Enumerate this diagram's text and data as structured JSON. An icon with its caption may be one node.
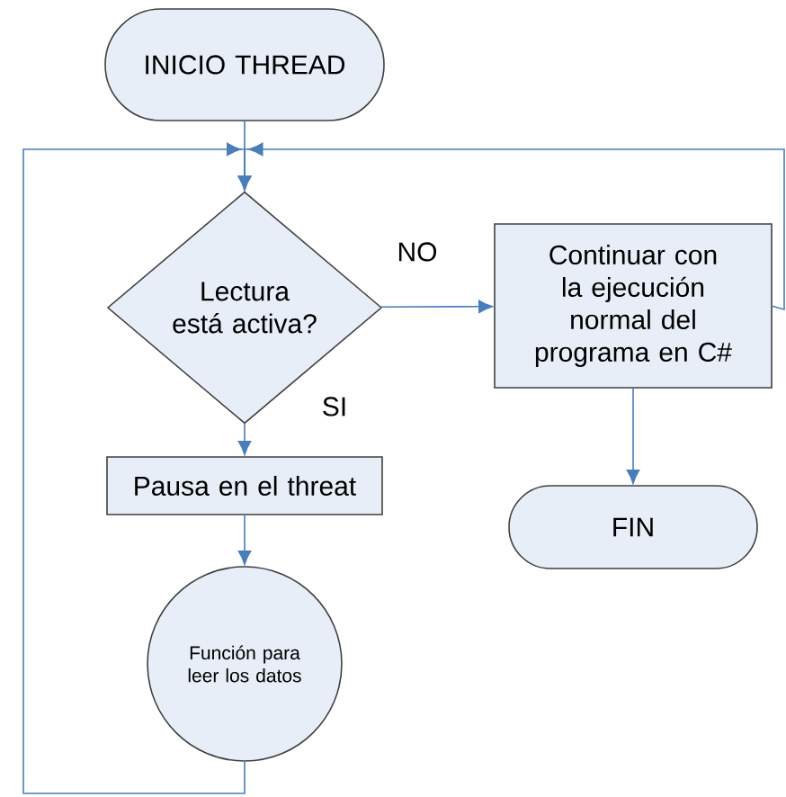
{
  "diagram": {
    "nodes": [
      {
        "text": [
          "INICIO THREAD"
        ]
      },
      {
        "text": [
          "Lectura está activa?"
        ]
      },
      {
        "text": [
          "Continuar con la ejecución normal del programa en C#"
        ]
      },
      {
        "text": [
          "Pausa en el threat"
        ]
      },
      {
        "text": [
          "Función para leer los datos"
        ]
      },
      {
        "text": [
          "FIN"
        ]
      }
    ],
    "edges": [
      {
        "from": 0,
        "to": 1,
        "arrow": "to"
      },
      {
        "from": 1,
        "to": 2,
        "arrow": "to",
        "label": "NO"
      },
      {
        "from": 1,
        "to": 3,
        "arrow": "to",
        "label": "SI"
      },
      {
        "from": 3,
        "to": 4,
        "arrow": "to"
      },
      {
        "from": 2,
        "to": 5,
        "arrow": "to"
      },
      {
        "from": 4,
        "to": 1,
        "arrow": "to"
      },
      {
        "from": 2,
        "to": 1,
        "arrow": "to"
      }
    ]
  }
}
